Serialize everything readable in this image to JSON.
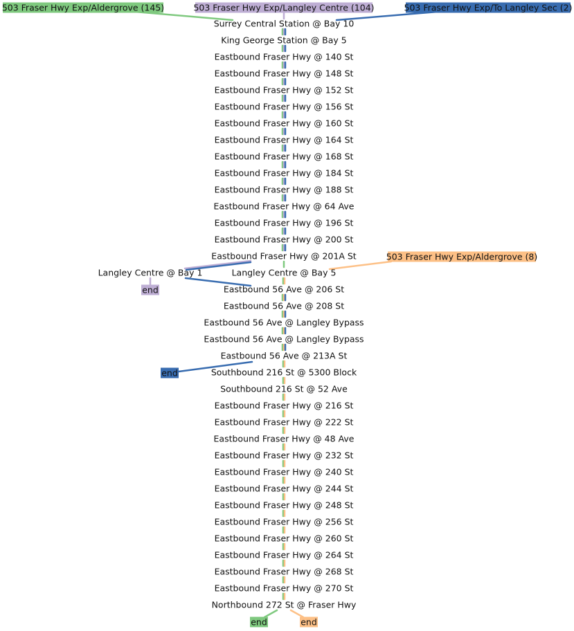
{
  "colors": {
    "route_145": "#7fc97f",
    "route_104": "#beaed4",
    "route_2": "#386cb0",
    "route_8": "#fdc086",
    "text": "#111111"
  },
  "routes": [
    {
      "id": "r145",
      "label": "503 Fraser Hwy Exp/Aldergrove (145)",
      "color": "#7fc97f"
    },
    {
      "id": "r104",
      "label": "503 Fraser Hwy Exp/Langley Centre (104)",
      "color": "#beaed4"
    },
    {
      "id": "r2",
      "label": "503 Fraser Hwy Exp/To Langley Sec (2)",
      "color": "#386cb0"
    },
    {
      "id": "r8",
      "label": "503 Fraser Hwy Exp/Aldergrove (8)",
      "color": "#fdc086"
    }
  ],
  "stops": [
    {
      "id": "s0",
      "label": "Surrey Central Station @ Bay 10"
    },
    {
      "id": "s1",
      "label": "King George Station @ Bay 5"
    },
    {
      "id": "s2",
      "label": "Eastbound Fraser Hwy @ 140 St"
    },
    {
      "id": "s3",
      "label": "Eastbound Fraser Hwy @ 148 St"
    },
    {
      "id": "s4",
      "label": "Eastbound Fraser Hwy @ 152 St"
    },
    {
      "id": "s5",
      "label": "Eastbound Fraser Hwy @ 156 St"
    },
    {
      "id": "s6",
      "label": "Eastbound Fraser Hwy @ 160 St"
    },
    {
      "id": "s7",
      "label": "Eastbound Fraser Hwy @ 164 St"
    },
    {
      "id": "s8",
      "label": "Eastbound Fraser Hwy @ 168 St"
    },
    {
      "id": "s9",
      "label": "Eastbound Fraser Hwy @ 184 St"
    },
    {
      "id": "s10",
      "label": "Eastbound Fraser Hwy @ 188 St"
    },
    {
      "id": "s11",
      "label": "Eastbound Fraser Hwy @ 64 Ave"
    },
    {
      "id": "s12",
      "label": "Eastbound Fraser Hwy @ 196 St"
    },
    {
      "id": "s13",
      "label": "Eastbound Fraser Hwy @ 200 St"
    },
    {
      "id": "s14",
      "label": "Eastbound Fraser Hwy @ 201A St"
    },
    {
      "id": "s15",
      "label": "Langley Centre @ Bay 5"
    },
    {
      "id": "s16",
      "label": "Langley Centre @ Bay 1"
    },
    {
      "id": "s17",
      "label": "Eastbound 56 Ave @ 206 St"
    },
    {
      "id": "s18",
      "label": "Eastbound 56 Ave @ 208 St"
    },
    {
      "id": "s19",
      "label": "Eastbound 56 Ave @ Langley Bypass"
    },
    {
      "id": "s20",
      "label": "Eastbound 56 Ave @ Langley Bypass"
    },
    {
      "id": "s21",
      "label": "Eastbound 56 Ave @ 213A St"
    },
    {
      "id": "s22",
      "label": "Southbound 216 St @ 5300 Block"
    },
    {
      "id": "s23",
      "label": "Southbound 216 St @ 52 Ave"
    },
    {
      "id": "s24",
      "label": "Eastbound Fraser Hwy @ 216 St"
    },
    {
      "id": "s25",
      "label": "Eastbound Fraser Hwy @ 222 St"
    },
    {
      "id": "s26",
      "label": "Eastbound Fraser Hwy @ 48 Ave"
    },
    {
      "id": "s27",
      "label": "Eastbound Fraser Hwy @ 232 St"
    },
    {
      "id": "s28",
      "label": "Eastbound Fraser Hwy @ 240 St"
    },
    {
      "id": "s29",
      "label": "Eastbound Fraser Hwy @ 244 St"
    },
    {
      "id": "s30",
      "label": "Eastbound Fraser Hwy @ 248 St"
    },
    {
      "id": "s31",
      "label": "Eastbound Fraser Hwy @ 256 St"
    },
    {
      "id": "s32",
      "label": "Eastbound Fraser Hwy @ 260 St"
    },
    {
      "id": "s33",
      "label": "Eastbound Fraser Hwy @ 264 St"
    },
    {
      "id": "s34",
      "label": "Eastbound Fraser Hwy @ 268 St"
    },
    {
      "id": "s35",
      "label": "Eastbound Fraser Hwy @ 270 St"
    },
    {
      "id": "s36",
      "label": "Northbound 272 St @ Fraser Hwy"
    }
  ],
  "end_labels": [
    {
      "id": "e104",
      "label": "end",
      "color": "#beaed4"
    },
    {
      "id": "e2",
      "label": "end",
      "color": "#386cb0"
    },
    {
      "id": "e145",
      "label": "end",
      "color": "#7fc97f"
    },
    {
      "id": "e8",
      "label": "end",
      "color": "#fdc086"
    }
  ]
}
